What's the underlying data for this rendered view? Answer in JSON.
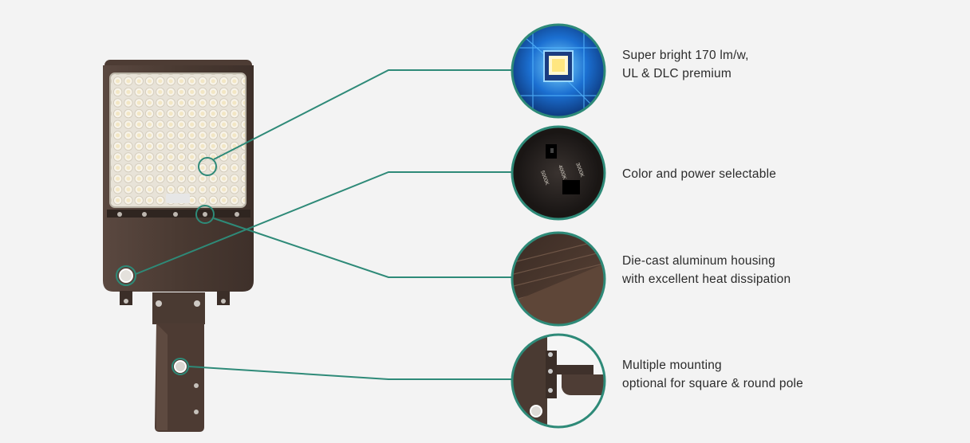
{
  "colors": {
    "accent": "#2e8a78",
    "background": "#f3f3f3",
    "housing": "#4a3a32"
  },
  "features": [
    {
      "line1": "Super bright 170 lm/w,",
      "line2": "UL & DLC premium",
      "icon": "led-chip-closeup"
    },
    {
      "line1": "Color and power selectable",
      "line2": "",
      "icon": "cct-selector-switch-closeup"
    },
    {
      "line1": "Die-cast aluminum housing",
      "line2": "with excellent heat dissipation",
      "icon": "housing-fins-closeup"
    },
    {
      "line1": "Multiple mounting",
      "line2": "optional for square & round pole",
      "icon": "mounting-bracket-closeup"
    }
  ],
  "switch_labels": [
    "3000K",
    "4000K",
    "5000K"
  ]
}
